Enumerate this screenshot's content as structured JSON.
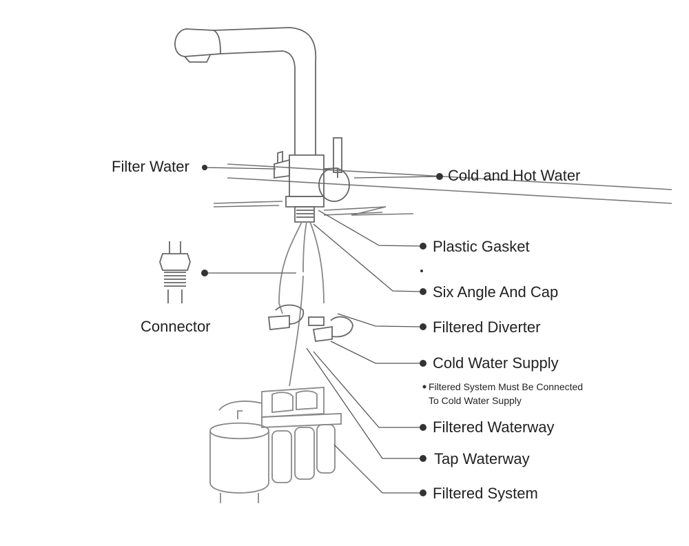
{
  "labels": {
    "filter_water": "Filter Water",
    "cold_hot_water": "Cold and Hot Water",
    "plastic_gasket": "Plastic Gasket",
    "six_angle_cap": "Six Angle And Cap",
    "connector": "Connector",
    "filtered_diverter": "Filtered Diverter",
    "cold_water_supply": "Cold Water Supply",
    "note_line1": "Filtered System Must Be Connected",
    "note_line2": "To Cold Water Supply",
    "filtered_waterway": "Filtered Waterway",
    "tap_waterway": "Tap Waterway",
    "filtered_system": "Filtered System"
  },
  "colors": {
    "line": "#555555",
    "text": "#222222",
    "dot": "#333333"
  }
}
